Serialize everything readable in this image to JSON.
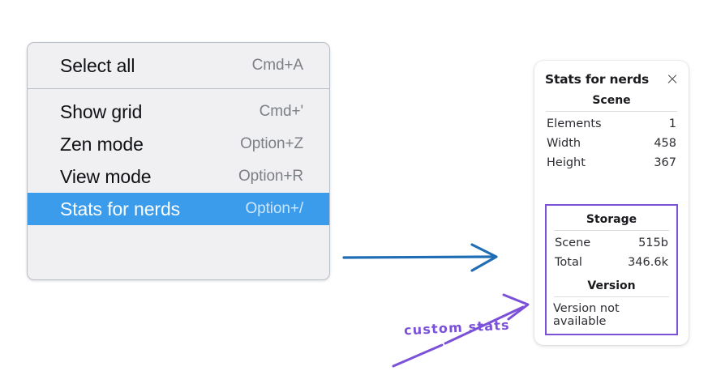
{
  "menu": {
    "groups": [
      {
        "items": [
          {
            "label": "Select all",
            "shortcut": "Cmd+A",
            "selected": false
          }
        ]
      },
      {
        "items": [
          {
            "label": "Show grid",
            "shortcut": "Cmd+'",
            "selected": false
          },
          {
            "label": "Zen mode",
            "shortcut": "Option+Z",
            "selected": false
          },
          {
            "label": "View mode",
            "shortcut": "Option+R",
            "selected": false
          },
          {
            "label": "Stats for nerds",
            "shortcut": "Option+/",
            "selected": true
          }
        ]
      }
    ],
    "highlight_color": "#3b9cec"
  },
  "stats_panel": {
    "title": "Stats for nerds",
    "close_icon": "close-icon",
    "sections": [
      {
        "heading": "Scene",
        "rows": [
          {
            "label": "Elements",
            "value": "1"
          },
          {
            "label": "Width",
            "value": "458"
          },
          {
            "label": "Height",
            "value": "367"
          }
        ]
      },
      {
        "heading": "Storage",
        "rows": [
          {
            "label": "Scene",
            "value": "515b"
          },
          {
            "label": "Total",
            "value": "346.6k"
          }
        ]
      },
      {
        "heading": "Version",
        "single_line": "Version not available"
      }
    ],
    "highlight_border_color": "#7b51d8"
  },
  "annotations": {
    "blue_arrow_color": "#1f6db4",
    "purple_color": "#7b51d8",
    "custom_stats_label": "custom stats"
  }
}
